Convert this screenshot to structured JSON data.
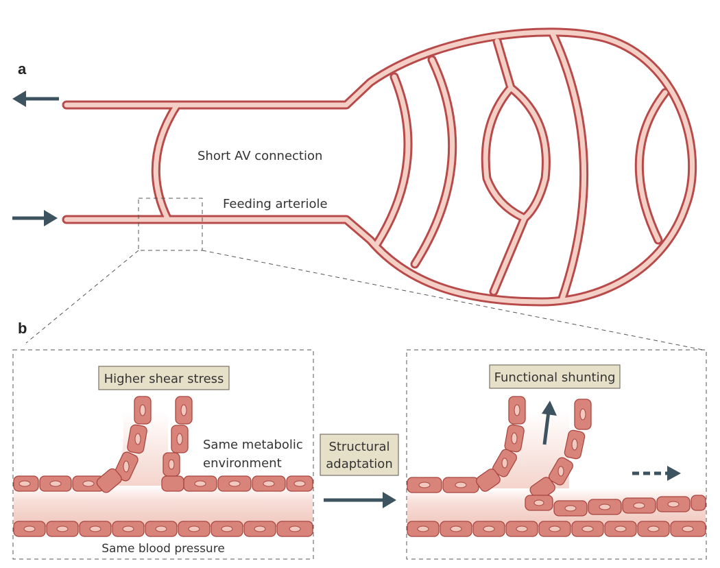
{
  "panel_a": {
    "letter": "a",
    "label_short_av": "Short AV connection",
    "label_feeding": "Feeding arteriole"
  },
  "panel_b": {
    "letter": "b",
    "left_box_label": "Higher shear stress",
    "metabolic_line1": "Same metabolic",
    "metabolic_line2": "environment",
    "pressure_label": "Same blood pressure",
    "middle_line1": "Structural",
    "middle_line2": "adaptation",
    "right_box_label": "Functional shunting"
  },
  "colors": {
    "vessel_wall": "#b84a4a",
    "vessel_fill": "#f3cfc6",
    "cell_fill": "#d9847a",
    "nucleus": "#f1c9bf",
    "arrow": "#3d5460",
    "label_box": "#e6e0c8"
  }
}
